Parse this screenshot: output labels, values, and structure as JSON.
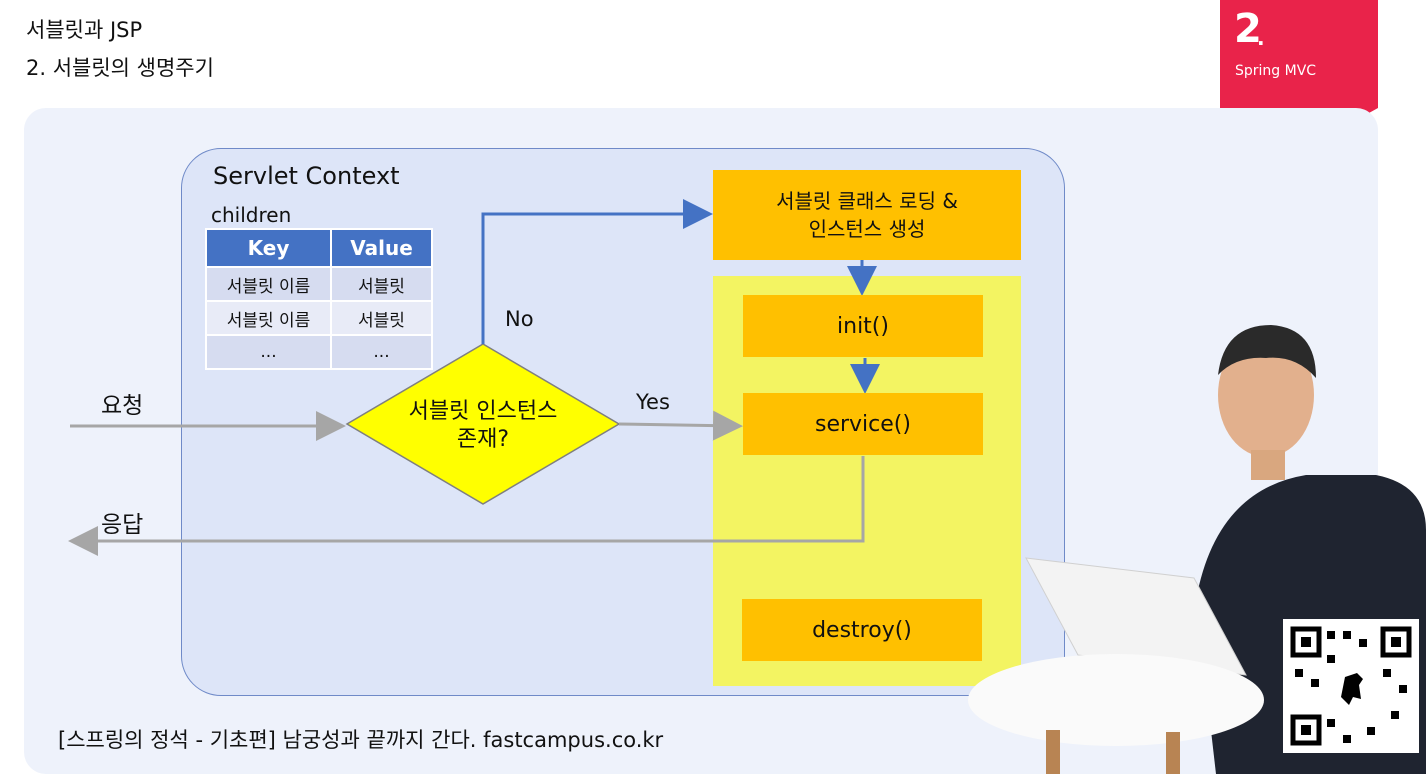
{
  "header": {
    "title": "서블릿과 JSP",
    "subtitle": "2. 서블릿의 생명주기"
  },
  "badge": {
    "number": "2",
    "dot": ".",
    "label": "Spring MVC",
    "color": "#e9234a"
  },
  "context": {
    "title": "Servlet Context",
    "children_label": "children",
    "table": {
      "headers": [
        "Key",
        "Value"
      ],
      "rows": [
        [
          "서블릿 이름",
          "서블릿"
        ],
        [
          "서블릿 이름",
          "서블릿"
        ],
        [
          "...",
          "..."
        ]
      ]
    }
  },
  "flow": {
    "request": "요청",
    "response": "응답",
    "decision_line1": "서블릿 인스턴스",
    "decision_line2": "존재?",
    "no": "No",
    "yes": "Yes",
    "load_line1": "서블릿 클래스 로딩 &",
    "load_line2": "인스턴스 생성",
    "init": "init()",
    "service": "service()",
    "destroy": "destroy()"
  },
  "footer": "[스프링의 정석 - 기초편] 남궁성과 끝까지 간다.  fastcampus.co.kr",
  "colors": {
    "accent": "#4472c4",
    "box": "#ffc000",
    "diamond": "#ffff00",
    "lifecycle_zone": "#f3f462",
    "arrow_gray": "#a6a6a6"
  }
}
